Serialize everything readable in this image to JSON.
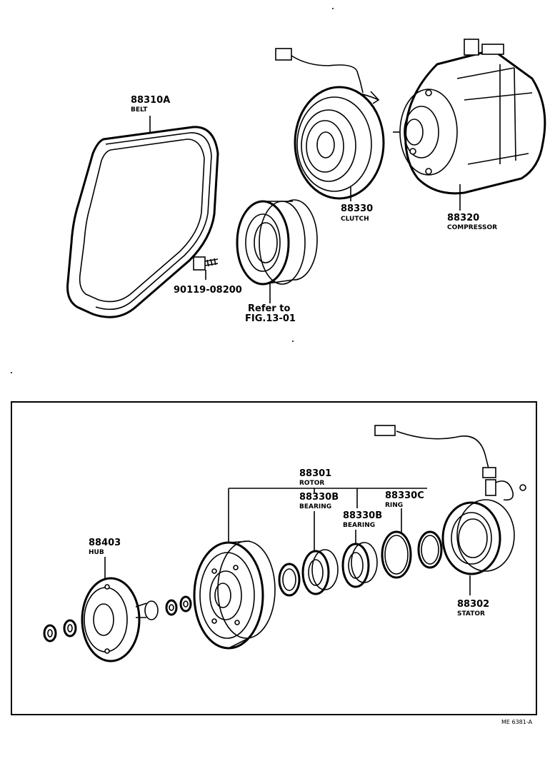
{
  "parts": {
    "belt": {
      "number": "88310A",
      "name": "BELT"
    },
    "clutch": {
      "number": "88330",
      "name": "CLUTCH"
    },
    "compressor": {
      "number": "88320",
      "name": "COMPRESSOR"
    },
    "bolt": {
      "number": "90119-08200"
    },
    "pulley_ref": {
      "line1": "Refer to",
      "line2": "FIG.13-01"
    },
    "rotor": {
      "number": "88301",
      "name": "ROTOR"
    },
    "bearing_1": {
      "number": "88330B",
      "name": "BEARING"
    },
    "ring": {
      "number": "88330C",
      "name": "RING"
    },
    "bearing_2": {
      "number": "88330B",
      "name": "BEARING"
    },
    "hub": {
      "number": "88403",
      "name": "HUB"
    },
    "stator": {
      "number": "88302",
      "name": "STATOR"
    }
  },
  "figure_code": "ME 6381-A"
}
